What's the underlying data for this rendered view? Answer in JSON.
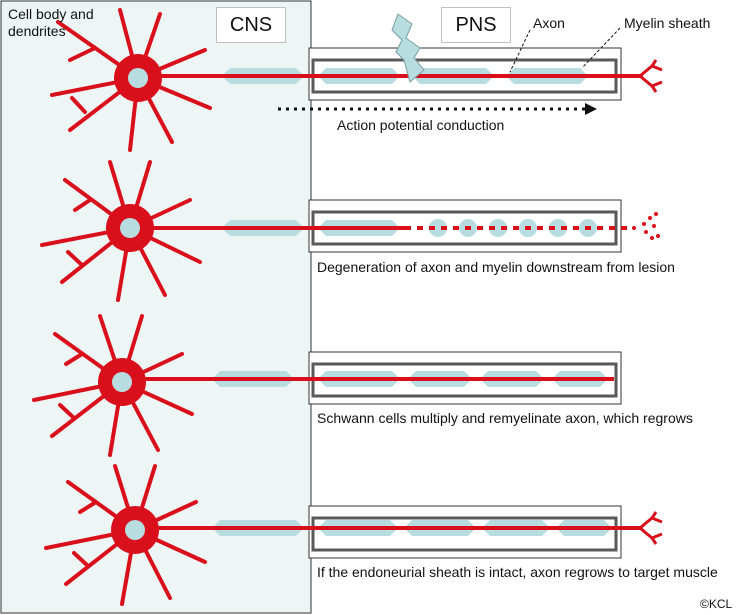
{
  "regions": {
    "cns": "CNS",
    "pns": "PNS"
  },
  "labels": {
    "cell_body": "Cell body and dendrites",
    "axon": "Axon",
    "myelin_sheath": "Myelin sheath",
    "action_potential": "Action potential conduction"
  },
  "panels": [
    {
      "caption": ""
    },
    {
      "caption": "Degeneration of axon and myelin downstream from lesion"
    },
    {
      "caption": "Schwann cells multiply and remyelinate axon, which regrows"
    },
    {
      "caption": "If the endoneurial sheath is intact, axon regrows to target muscle"
    }
  ],
  "credit": "©KCL",
  "colors": {
    "axon": "#d9101c",
    "myelin": "#b7dde0",
    "cns_fill": "#eef6f5",
    "sheath_border": "#595959",
    "lesion": "#b7dde0"
  }
}
